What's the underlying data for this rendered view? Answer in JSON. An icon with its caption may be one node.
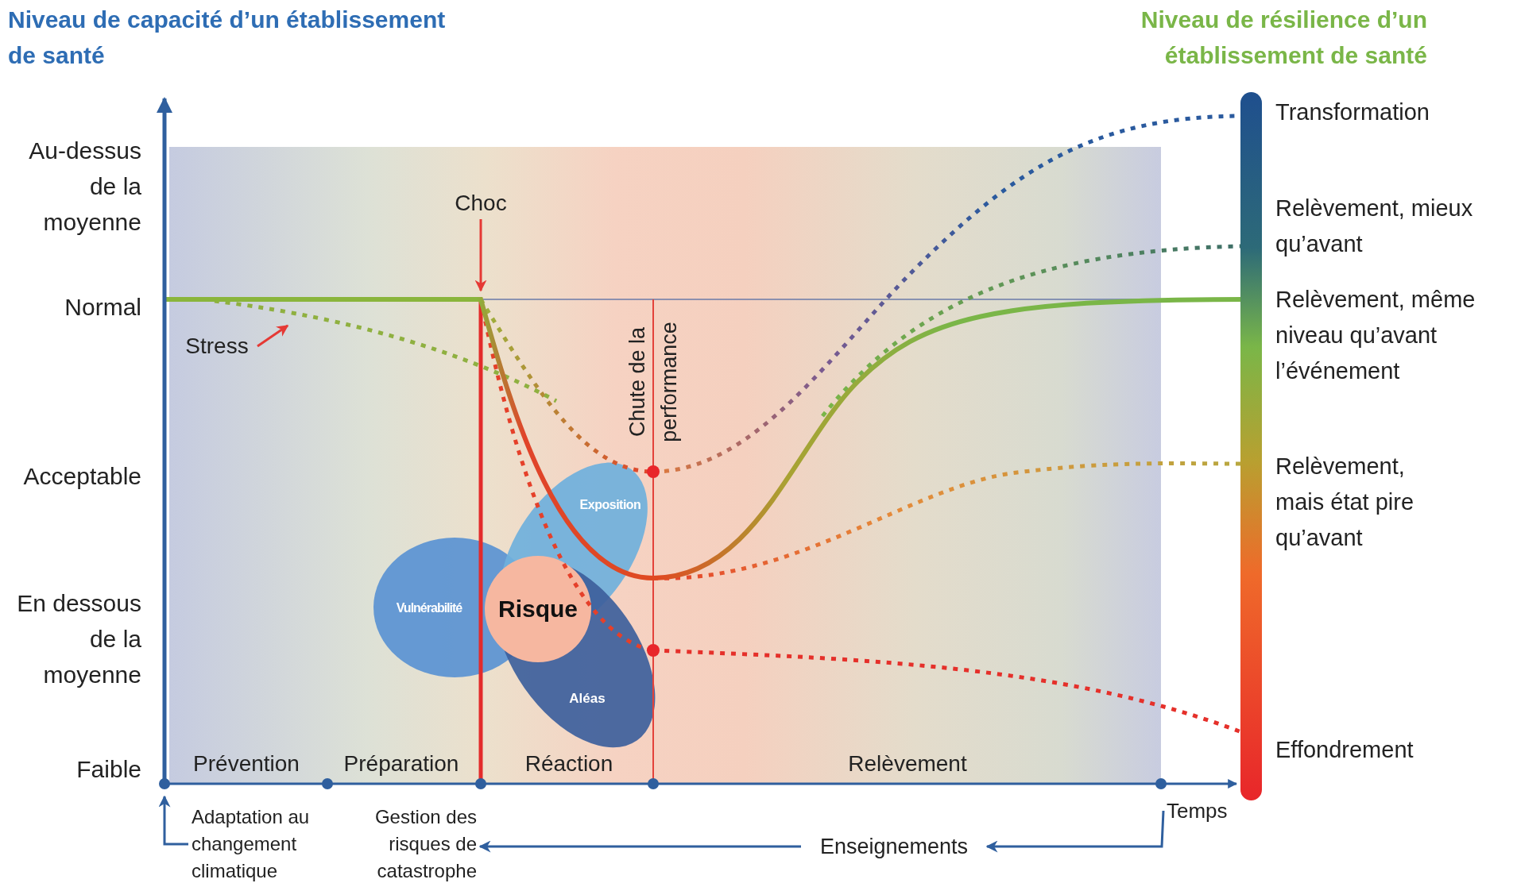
{
  "diagram": {
    "nodes": [
      {
        "text": [
          "Vulnérabilité"
        ]
      },
      {
        "text": [
          "Exposition"
        ]
      },
      {
        "text": [
          "Aléas"
        ]
      },
      {
        "text": [
          "Risque"
        ]
      },
      {
        "text": [
          "Choc"
        ]
      },
      {
        "text": [
          "Stress"
        ]
      },
      {
        "text": [
          "Adaptation au changement climatique"
        ]
      },
      {
        "text": [
          "Gestion des risques de catastrophe"
        ]
      },
      {
        "text": [
          "Enseignements"
        ]
      },
      {
        "text": [
          "Temps"
        ]
      }
    ],
    "edges": [
      {
        "from": 4,
        "to": null,
        "arrow": "to",
        "color": "#e53935"
      },
      {
        "from": 5,
        "to": null,
        "arrow": "to",
        "color": "#e53935"
      },
      {
        "from": 6,
        "to": null,
        "arrow": "to"
      },
      {
        "from": 9,
        "to": 8,
        "arrow": "to"
      },
      {
        "from": 8,
        "to": 7,
        "arrow": "to"
      }
    ],
    "labels": [
      "Niveau de capacité d’un établissement de santé",
      "Niveau de résilience d’un établissement de santé",
      "Au-dessus de la moyenne",
      "Transformation",
      "Relèvement, mieux qu’avant",
      "Normal",
      "Relèvement, même niveau qu’avant l’événement",
      "Chute de la performance",
      "Acceptable",
      "Relèvement, mais état pire qu’avant",
      "En dessous de la moyenne",
      "Effondrement",
      "Faible",
      "Prévention",
      "Préparation",
      "Réaction",
      "Relèvement"
    ]
  }
}
